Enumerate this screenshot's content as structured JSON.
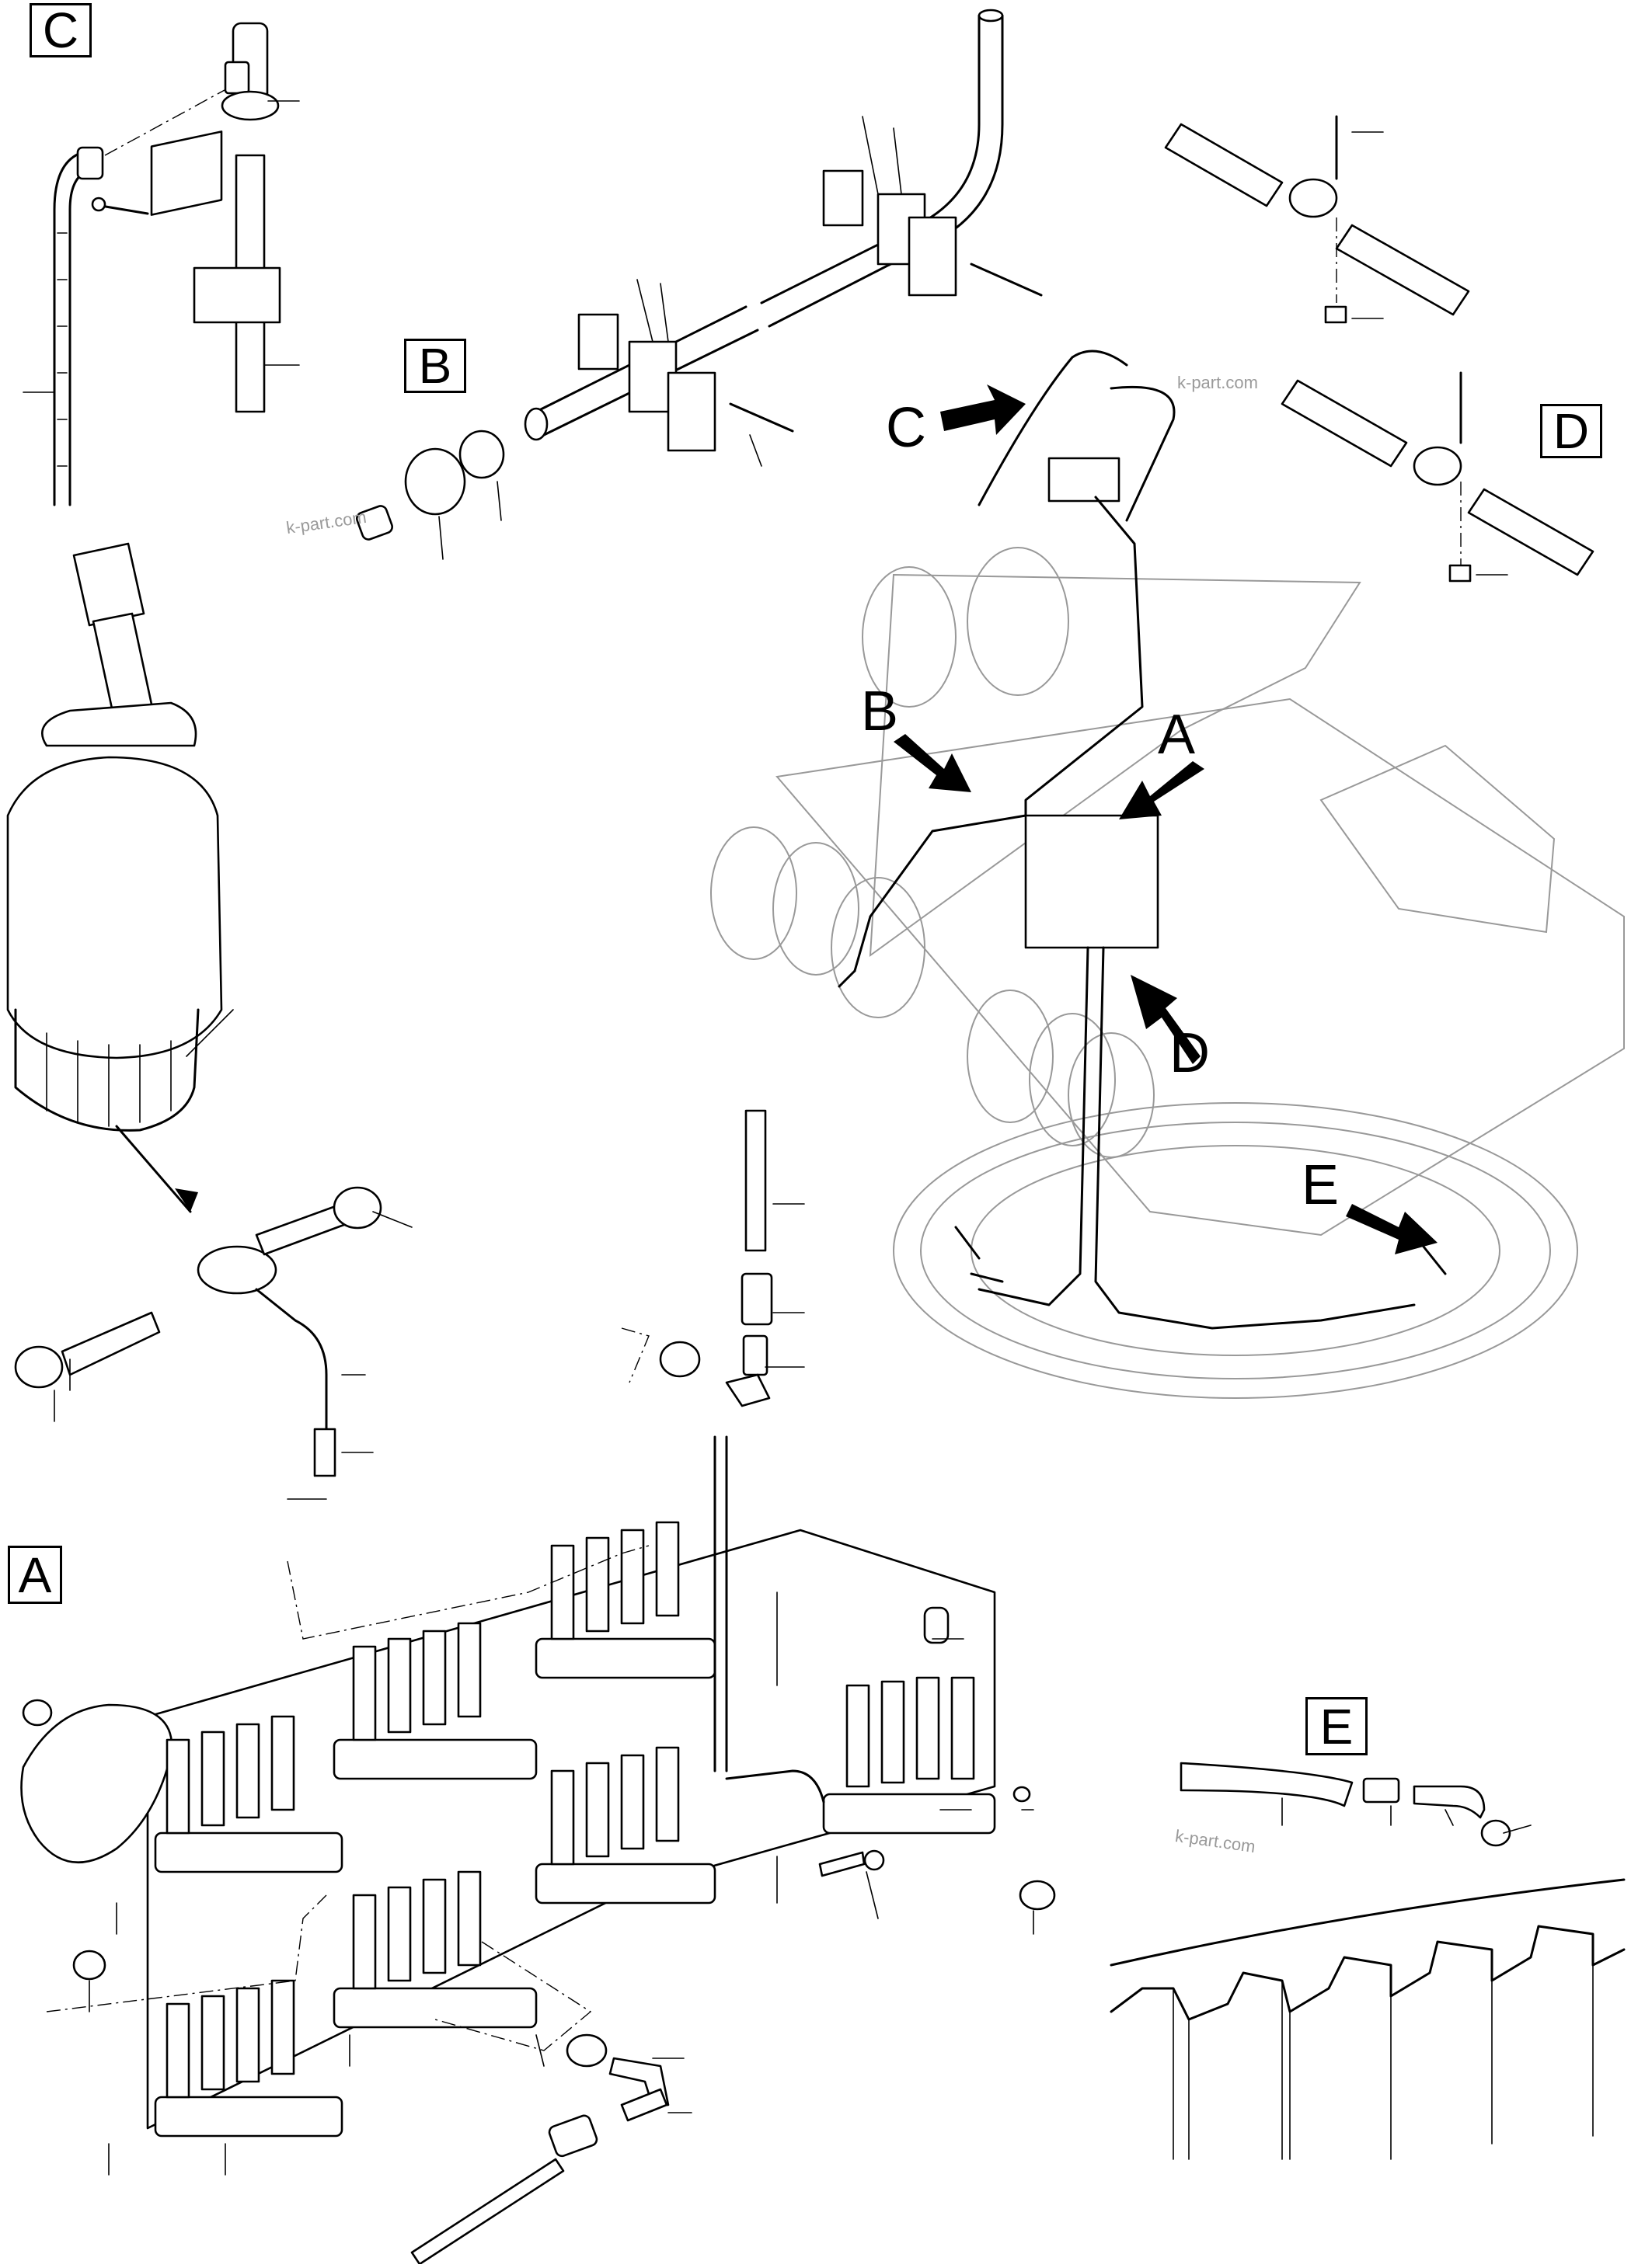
{
  "detail_boxes": {
    "c": "C",
    "b": "B",
    "d": "D",
    "a": "A",
    "e": "E"
  },
  "arrow_labels": {
    "c": "C",
    "b": "B",
    "a": "A",
    "d": "D",
    "e": "E"
  },
  "watermarks": [
    "k-part.com",
    "k-part.com",
    "k-part.com"
  ],
  "colors": {
    "line": "#000000",
    "paper": "#ffffff",
    "ghost": "#999999",
    "watermark": "#9a9a9a"
  }
}
